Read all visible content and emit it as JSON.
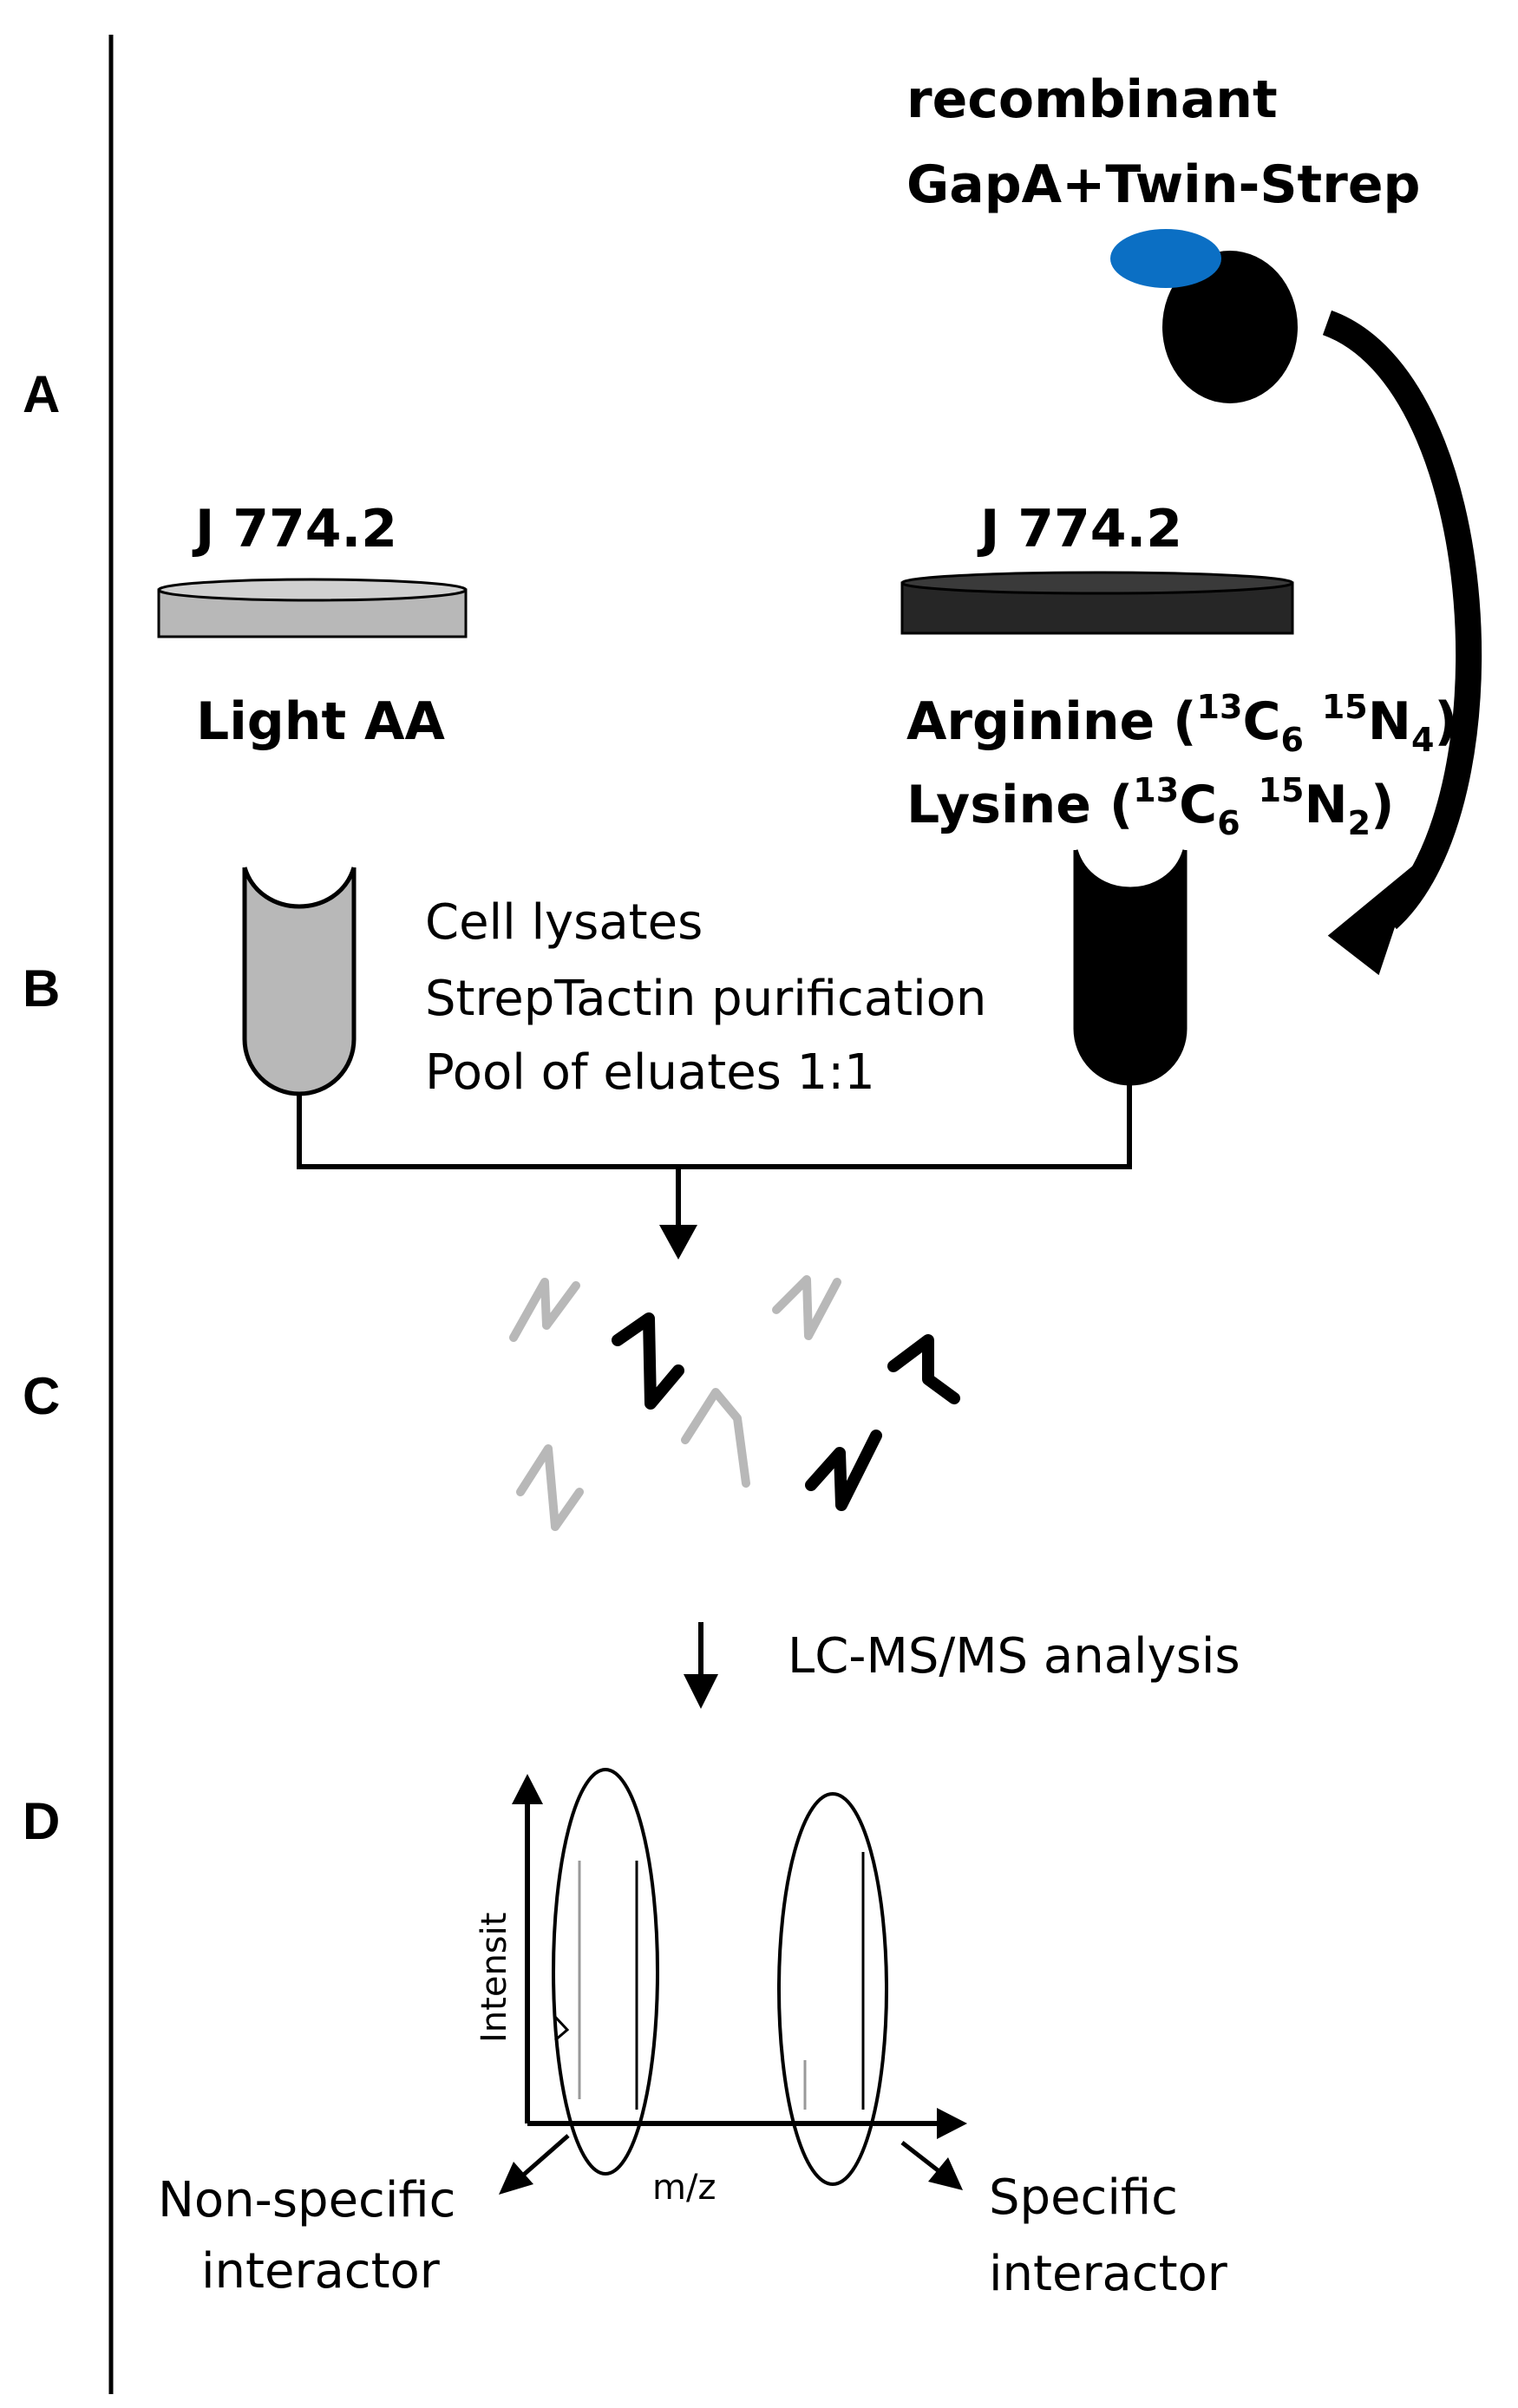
{
  "steps": {
    "a": "A",
    "b": "B",
    "c": "C",
    "d": "D"
  },
  "protein": {
    "line1": "recombinant",
    "line2": "GapA+Twin-Strep",
    "tag_color": "#0b6fc4",
    "body_color": "#000000"
  },
  "dishes": {
    "light": {
      "cell_line": "J 774.2",
      "medium": "Light AA",
      "color": "#b8b8b8"
    },
    "heavy": {
      "cell_line": "J 774.2",
      "arginine_name": "Arginine (",
      "arginine_c_mass": "13",
      "arginine_c": "C",
      "arginine_c_count": "6",
      "arginine_n_mass": "15",
      "arginine_n": "N",
      "arginine_n_count": "4",
      "lysine_name": "Lysine (",
      "lysine_c_mass": "13",
      "lysine_c": "C",
      "lysine_c_count": "6",
      "lysine_n_mass": "15",
      "lysine_n": "N",
      "lysine_n_count": "2",
      "close_paren": ")",
      "color": "#262626"
    }
  },
  "processing_steps": [
    "Cell lysates",
    "StrepTactin purification",
    "Pool of eluates 1:1"
  ],
  "analysis": "LC-MS/MS analysis",
  "spectrum": {
    "y_label": "Intensit",
    "x_label": "m/z",
    "left_outcome": [
      "Non-specific",
      "interactor"
    ],
    "right_outcome": [
      "Specific",
      "interactor"
    ]
  }
}
